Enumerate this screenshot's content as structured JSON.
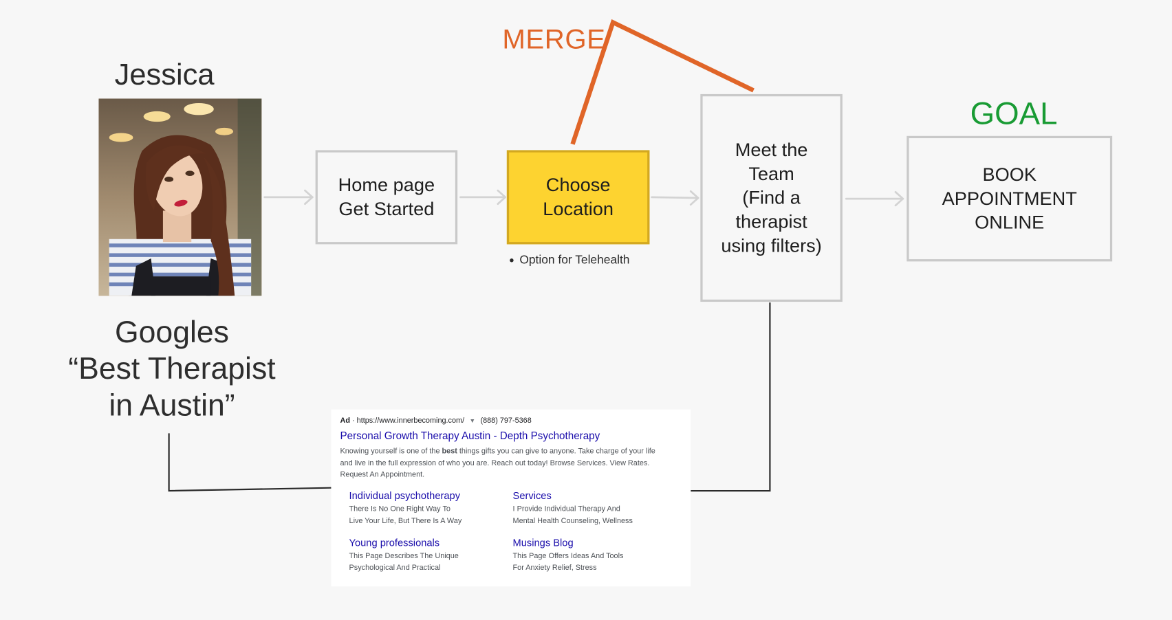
{
  "persona": {
    "name": "Jessica",
    "action_lines": [
      "Googles",
      "“Best Therapist",
      "in Austin”"
    ]
  },
  "merge_label": "MERGE",
  "goal_label": "GOAL",
  "steps": [
    {
      "label": "Home page\nGet Started",
      "highlight": false
    },
    {
      "label": "Choose\nLocation",
      "highlight": true
    },
    {
      "label": "Meet the\nTeam\n(Find a\ntherapist\nusing filters)",
      "highlight": false
    },
    {
      "label": "BOOK\nAPPOINTMENT\nONLINE",
      "highlight": false
    }
  ],
  "step_note": "Option for Telehealth",
  "ad": {
    "badge": "Ad",
    "url": "https://www.innerbecoming.com/",
    "phone": "(888) 797-5368",
    "title": "Personal Growth Therapy Austin - Depth Psychotherapy",
    "desc_before": "Knowing yourself is one of the ",
    "desc_bold": "best",
    "desc_after": " things gifts you can give to anyone. Take charge of your life and live in the full expression of who you are. Reach out today! Browse Services. View Rates. Request An Appointment.",
    "sitelinks": [
      {
        "title": "Individual psychotherapy",
        "desc": "There Is No One Right Way To\nLive Your Life, But There Is A Way"
      },
      {
        "title": "Services",
        "desc": "I Provide Individual Therapy And\nMental Health Counseling, Wellness"
      },
      {
        "title": "Young professionals",
        "desc": "This Page Describes The Unique\nPsychological And Practical"
      },
      {
        "title": "Musings Blog",
        "desc": "This Page Offers Ideas And Tools\nFor Anxiety Relief, Stress"
      }
    ]
  },
  "colors": {
    "background": "#f7f7f7",
    "box_border": "#c9c9c9",
    "highlight_fill": "#fdd330",
    "merge": "#e06528",
    "goal": "#199b34",
    "arrow": "#d3d3d3",
    "link": "#1a0dab"
  }
}
